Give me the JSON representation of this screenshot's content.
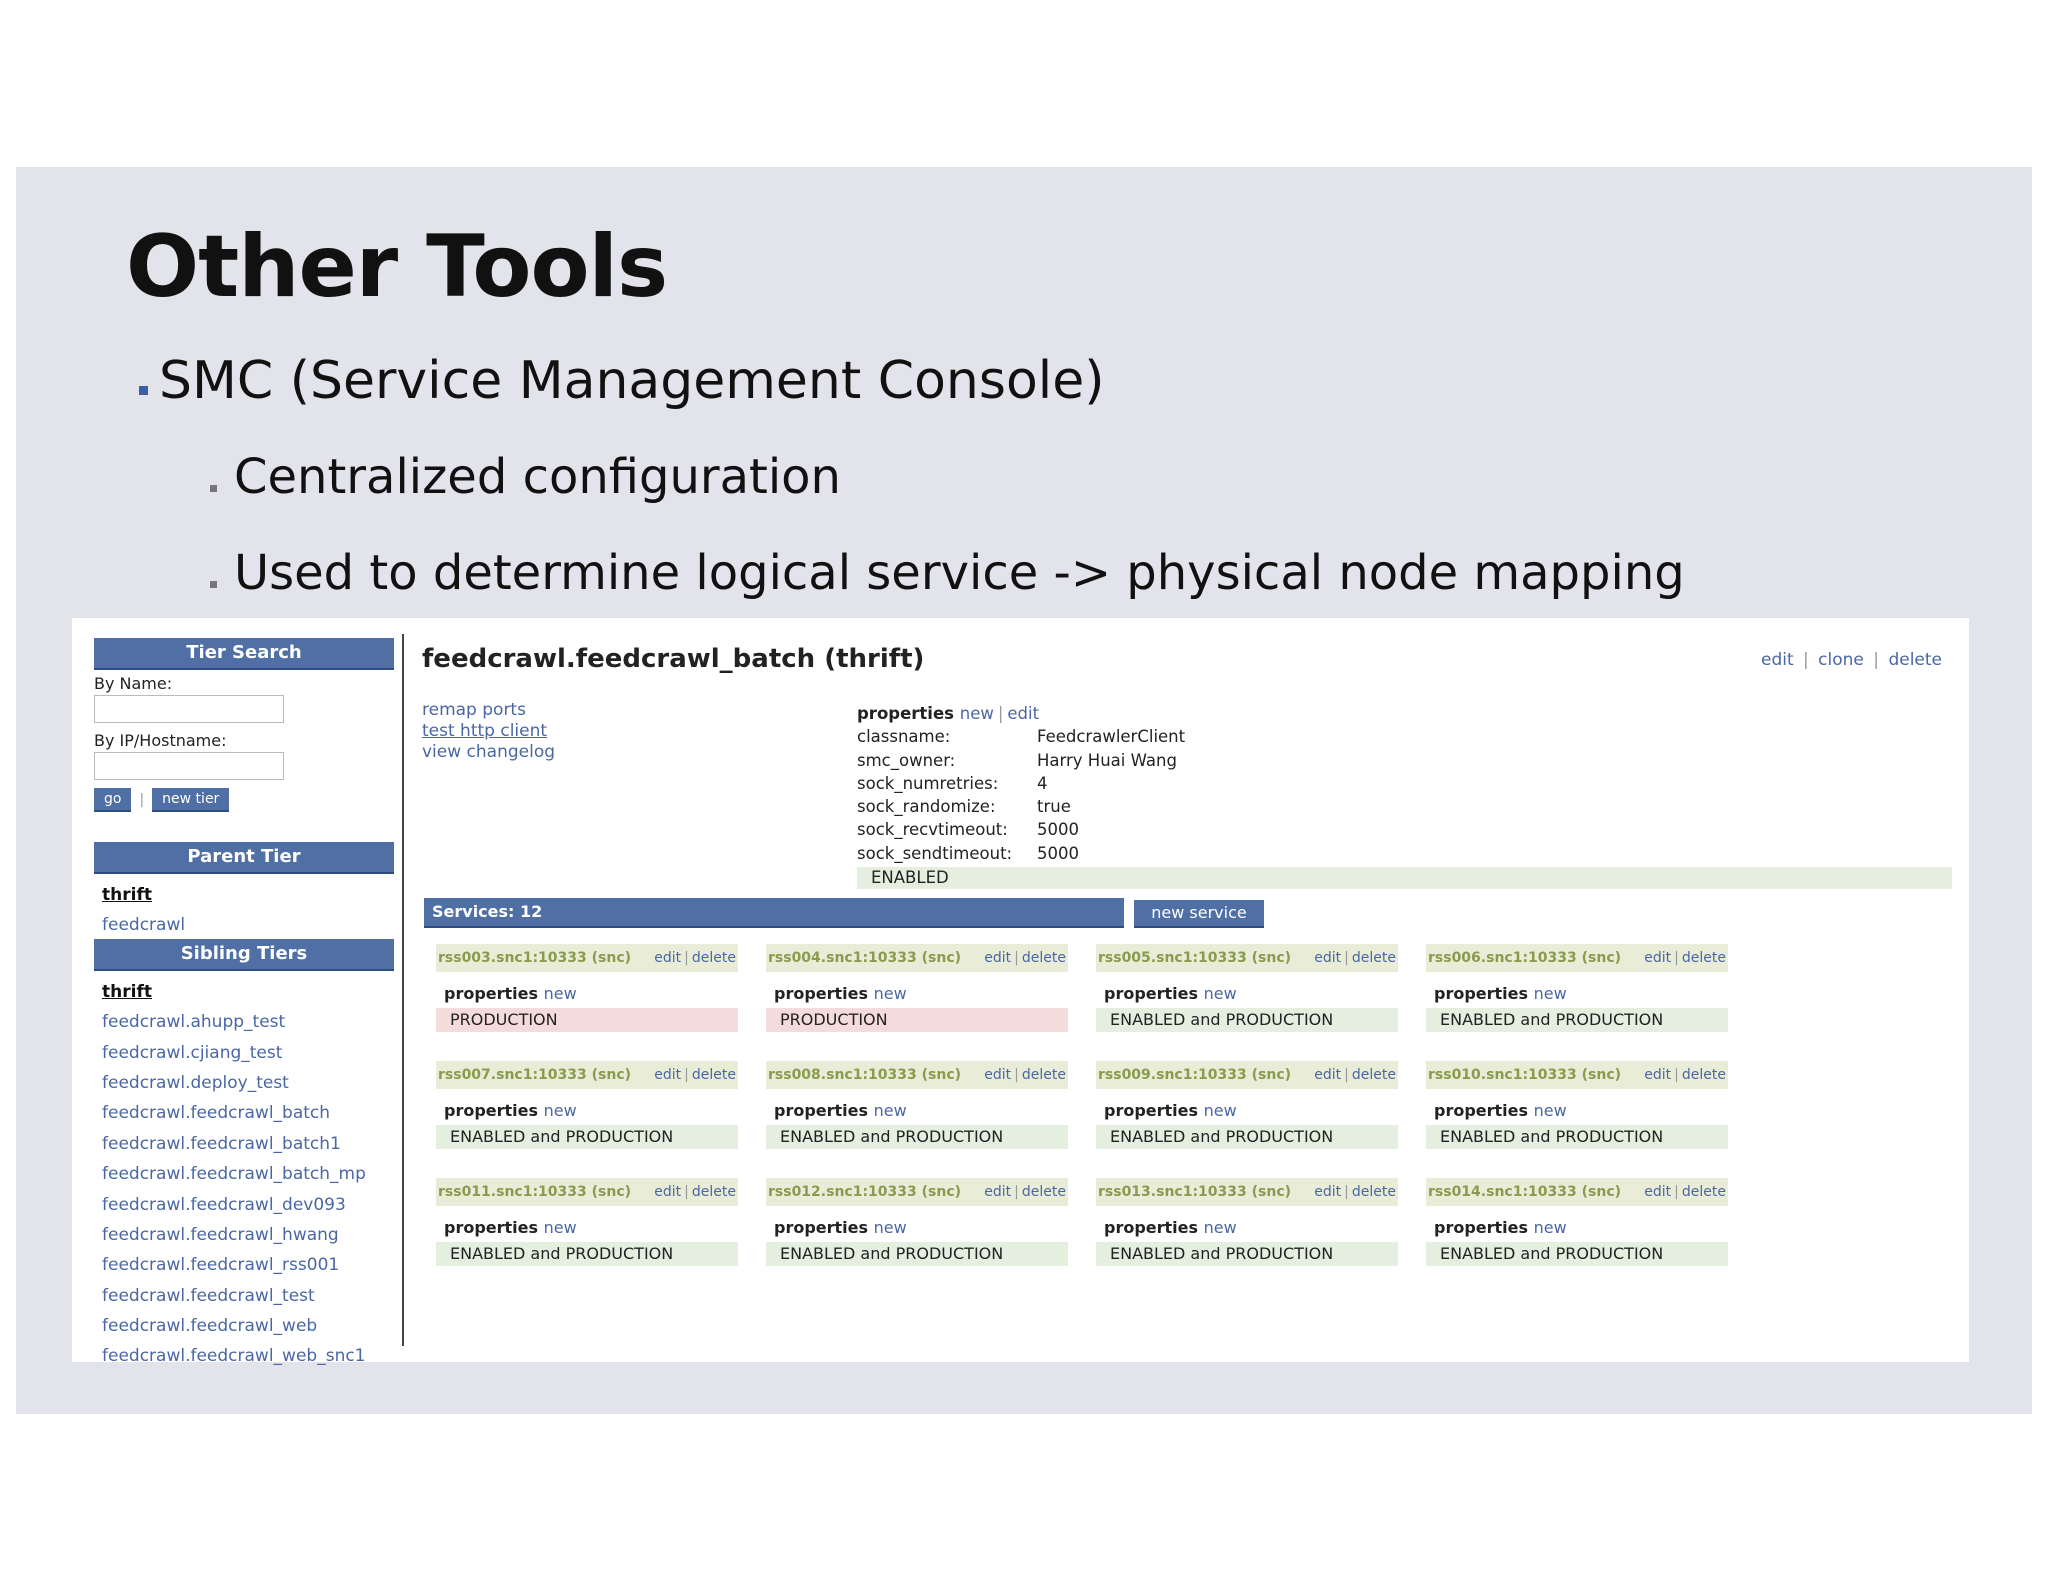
{
  "slide": {
    "title": "Other Tools",
    "bullets": [
      "SMC (Service Management Console)",
      "Centralized configuration",
      "Used to determine logical service -> physical node mapping"
    ]
  },
  "sidebar": {
    "tier_search": "Tier Search",
    "by_name_label": "By Name:",
    "by_name_value": "",
    "by_ip_label": "By IP/Hostname:",
    "by_ip_value": "",
    "go_button": "go",
    "separator": "|",
    "new_tier_button": "new tier",
    "parent_tier": "Parent Tier",
    "parent_items": [
      "thrift",
      "feedcrawl"
    ],
    "sibling_tiers": "Sibling Tiers",
    "sibling_items": [
      "thrift",
      "feedcrawl.ahupp_test",
      "feedcrawl.cjiang_test",
      "feedcrawl.deploy_test",
      "feedcrawl.feedcrawl_batch",
      "feedcrawl.feedcrawl_batch1",
      "feedcrawl.feedcrawl_batch_mp",
      "feedcrawl.feedcrawl_dev093",
      "feedcrawl.feedcrawl_hwang",
      "feedcrawl.feedcrawl_rss001",
      "feedcrawl.feedcrawl_test",
      "feedcrawl.feedcrawl_web",
      "feedcrawl.feedcrawl_web_snc1"
    ]
  },
  "main": {
    "title": "feedcrawl.feedcrawl_batch (thrift)",
    "actions": {
      "edit": "edit",
      "clone": "clone",
      "delete": "delete",
      "sep": "|"
    },
    "links": [
      "remap ports",
      "test http client",
      "view changelog"
    ],
    "properties": {
      "heading": "properties",
      "new": "new",
      "sep": "|",
      "edit": "edit",
      "rows": [
        {
          "key": "classname:",
          "value": "FeedcrawlerClient"
        },
        {
          "key": "smc_owner:",
          "value": "Harry Huai Wang"
        },
        {
          "key": "sock_numretries:",
          "value": "4"
        },
        {
          "key": "sock_randomize:",
          "value": "true"
        },
        {
          "key": "sock_recvtimeout:",
          "value": "5000"
        },
        {
          "key": "sock_sendtimeout:",
          "value": "5000"
        }
      ],
      "status": "ENABLED"
    },
    "services_label": "Services: 12",
    "new_service": "new service",
    "service_labels": {
      "edit": "edit",
      "sep": "|",
      "delete": "delete",
      "properties": "properties",
      "new": "new"
    },
    "services": [
      {
        "name": "rss003.snc1:10333 (snc)",
        "status": "PRODUCTION"
      },
      {
        "name": "rss004.snc1:10333 (snc)",
        "status": "PRODUCTION"
      },
      {
        "name": "rss005.snc1:10333 (snc)",
        "status": "ENABLED and PRODUCTION"
      },
      {
        "name": "rss006.snc1:10333 (snc)",
        "status": "ENABLED and PRODUCTION"
      },
      {
        "name": "rss007.snc1:10333 (snc)",
        "status": "ENABLED and PRODUCTION"
      },
      {
        "name": "rss008.snc1:10333 (snc)",
        "status": "ENABLED and PRODUCTION"
      },
      {
        "name": "rss009.snc1:10333 (snc)",
        "status": "ENABLED and PRODUCTION"
      },
      {
        "name": "rss010.snc1:10333 (snc)",
        "status": "ENABLED and PRODUCTION"
      },
      {
        "name": "rss011.snc1:10333 (snc)",
        "status": "ENABLED and PRODUCTION"
      },
      {
        "name": "rss012.snc1:10333 (snc)",
        "status": "ENABLED and PRODUCTION"
      },
      {
        "name": "rss013.snc1:10333 (snc)",
        "status": "ENABLED and PRODUCTION"
      },
      {
        "name": "rss014.snc1:10333 (snc)",
        "status": "ENABLED and PRODUCTION"
      }
    ]
  },
  "colors": {
    "slide_bg": "#e3e4eb",
    "header_blue": "#4f6fa5",
    "link_blue": "#4a67a4",
    "service_name_olive": "#8a9a4e",
    "production_bg": "#f5dcdc",
    "enabled_bg": "#e4efe0"
  }
}
